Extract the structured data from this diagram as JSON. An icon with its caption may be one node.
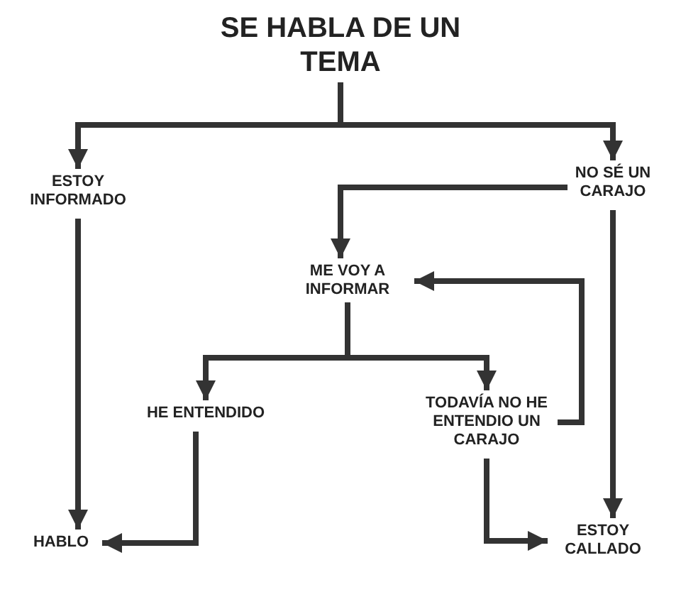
{
  "diagram": {
    "nodes": [
      {
        "text": [
          "SE HABLA DE UN TEMA"
        ]
      },
      {
        "text": [
          "ESTOY INFORMADO"
        ]
      },
      {
        "text": [
          "NO SÉ UN CARAJO"
        ]
      },
      {
        "text": [
          "ME VOY A INFORMAR"
        ]
      },
      {
        "text": [
          "HE ENTENDIDO"
        ]
      },
      {
        "text": [
          "TODAVÍA NO HE ENTENDIO UN CARAJO"
        ]
      },
      {
        "text": [
          "HABLO"
        ]
      },
      {
        "text": [
          "ESTOY CALLADO"
        ]
      }
    ],
    "edges": [
      {
        "from": 0,
        "to": 1,
        "arrow": "to"
      },
      {
        "from": 0,
        "to": 2,
        "arrow": "to"
      },
      {
        "from": 1,
        "to": 6,
        "arrow": "to"
      },
      {
        "from": 2,
        "to": 3,
        "arrow": "to"
      },
      {
        "from": 2,
        "to": 7,
        "arrow": "to"
      },
      {
        "from": 3,
        "to": 4,
        "arrow": "to"
      },
      {
        "from": 3,
        "to": 5,
        "arrow": "to"
      },
      {
        "from": 5,
        "to": 3,
        "arrow": "to"
      },
      {
        "from": 4,
        "to": 6,
        "arrow": "to"
      },
      {
        "from": 5,
        "to": 7,
        "arrow": "to"
      }
    ]
  }
}
